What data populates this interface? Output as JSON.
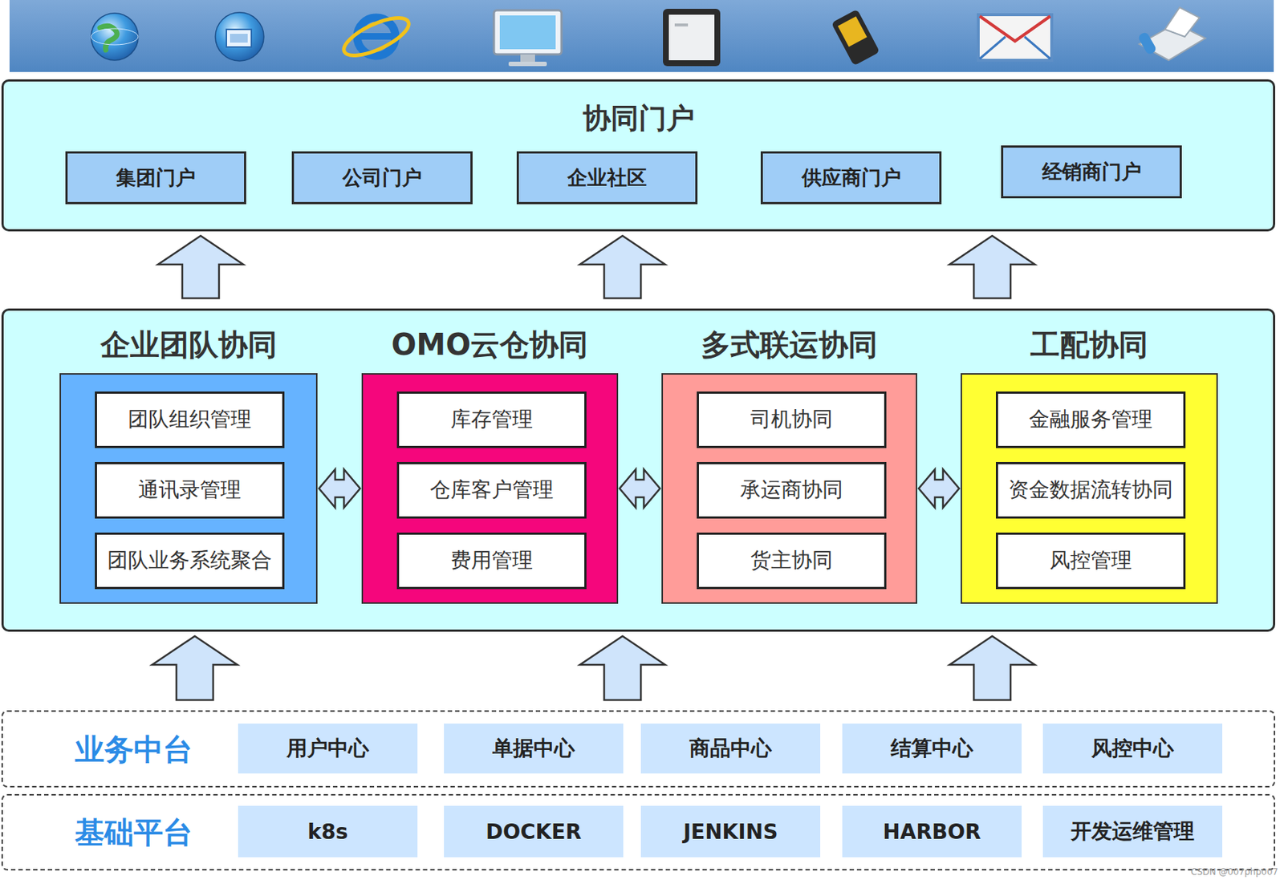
{
  "diagram": {
    "nodes": [
      {
        "text": [
          "协同门户"
        ]
      },
      {
        "text": [
          "集团门户"
        ],
        "in": 0
      },
      {
        "text": [
          "公司门户"
        ],
        "in": 0
      },
      {
        "text": [
          "企业社区"
        ],
        "in": 0
      },
      {
        "text": [
          "供应商门户"
        ],
        "in": 0
      },
      {
        "text": [
          "经销商门户"
        ],
        "in": 0
      },
      {
        "text": []
      },
      {
        "text": [
          "企业团队协同"
        ],
        "in": 6
      },
      {
        "text": [
          "团队组织管理"
        ],
        "in": 7
      },
      {
        "text": [
          "通讯录管理"
        ],
        "in": 7
      },
      {
        "text": [
          "团队业务系统聚合"
        ],
        "in": 7
      },
      {
        "text": [
          "OMO云仓协同"
        ],
        "in": 6
      },
      {
        "text": [
          "库存管理"
        ],
        "in": 11
      },
      {
        "text": [
          "仓库客户管理"
        ],
        "in": 11
      },
      {
        "text": [
          "费用管理"
        ],
        "in": 11
      },
      {
        "text": [
          "多式联运协同"
        ],
        "in": 6
      },
      {
        "text": [
          "司机协同"
        ],
        "in": 15
      },
      {
        "text": [
          "承运商协同"
        ],
        "in": 15
      },
      {
        "text": [
          "货主协同"
        ],
        "in": 15
      },
      {
        "text": [
          "工配协同"
        ],
        "in": 6
      },
      {
        "text": [
          "金融服务管理"
        ],
        "in": 19
      },
      {
        "text": [
          "资金数据流转协同"
        ],
        "in": 19
      },
      {
        "text": [
          "风控管理"
        ],
        "in": 19
      },
      {
        "text": [
          "业务中台"
        ]
      },
      {
        "text": [
          "用户中心"
        ],
        "in": 23
      },
      {
        "text": [
          "单据中心"
        ],
        "in": 23
      },
      {
        "text": [
          "商品中心"
        ],
        "in": 23
      },
      {
        "text": [
          "结算中心"
        ],
        "in": 23
      },
      {
        "text": [
          "风控中心"
        ],
        "in": 23
      },
      {
        "text": [
          "基础平台"
        ]
      },
      {
        "text": [
          "k8s"
        ],
        "in": 29
      },
      {
        "text": [
          "DOCKER"
        ],
        "in": 29
      },
      {
        "text": [
          "JENKINS"
        ],
        "in": 29
      },
      {
        "text": [
          "HARBOR"
        ],
        "in": 29
      },
      {
        "text": [
          "开发运维管理"
        ],
        "in": 29
      }
    ],
    "edges": [
      {
        "from": 6,
        "to": 0,
        "arrow": "to"
      },
      {
        "from": 6,
        "to": 0,
        "arrow": "to"
      },
      {
        "from": 6,
        "to": 0,
        "arrow": "to"
      },
      {
        "from": 23,
        "to": 6,
        "arrow": "to"
      },
      {
        "from": 23,
        "to": 6,
        "arrow": "to"
      },
      {
        "from": 23,
        "to": 6,
        "arrow": "to"
      },
      {
        "from": 7,
        "to": 11,
        "arrow": "both"
      },
      {
        "from": 11,
        "to": 15,
        "arrow": "both"
      },
      {
        "from": 15,
        "to": 19,
        "arrow": "both"
      }
    ],
    "labels": [
      "CSDN @007php007"
    ]
  }
}
